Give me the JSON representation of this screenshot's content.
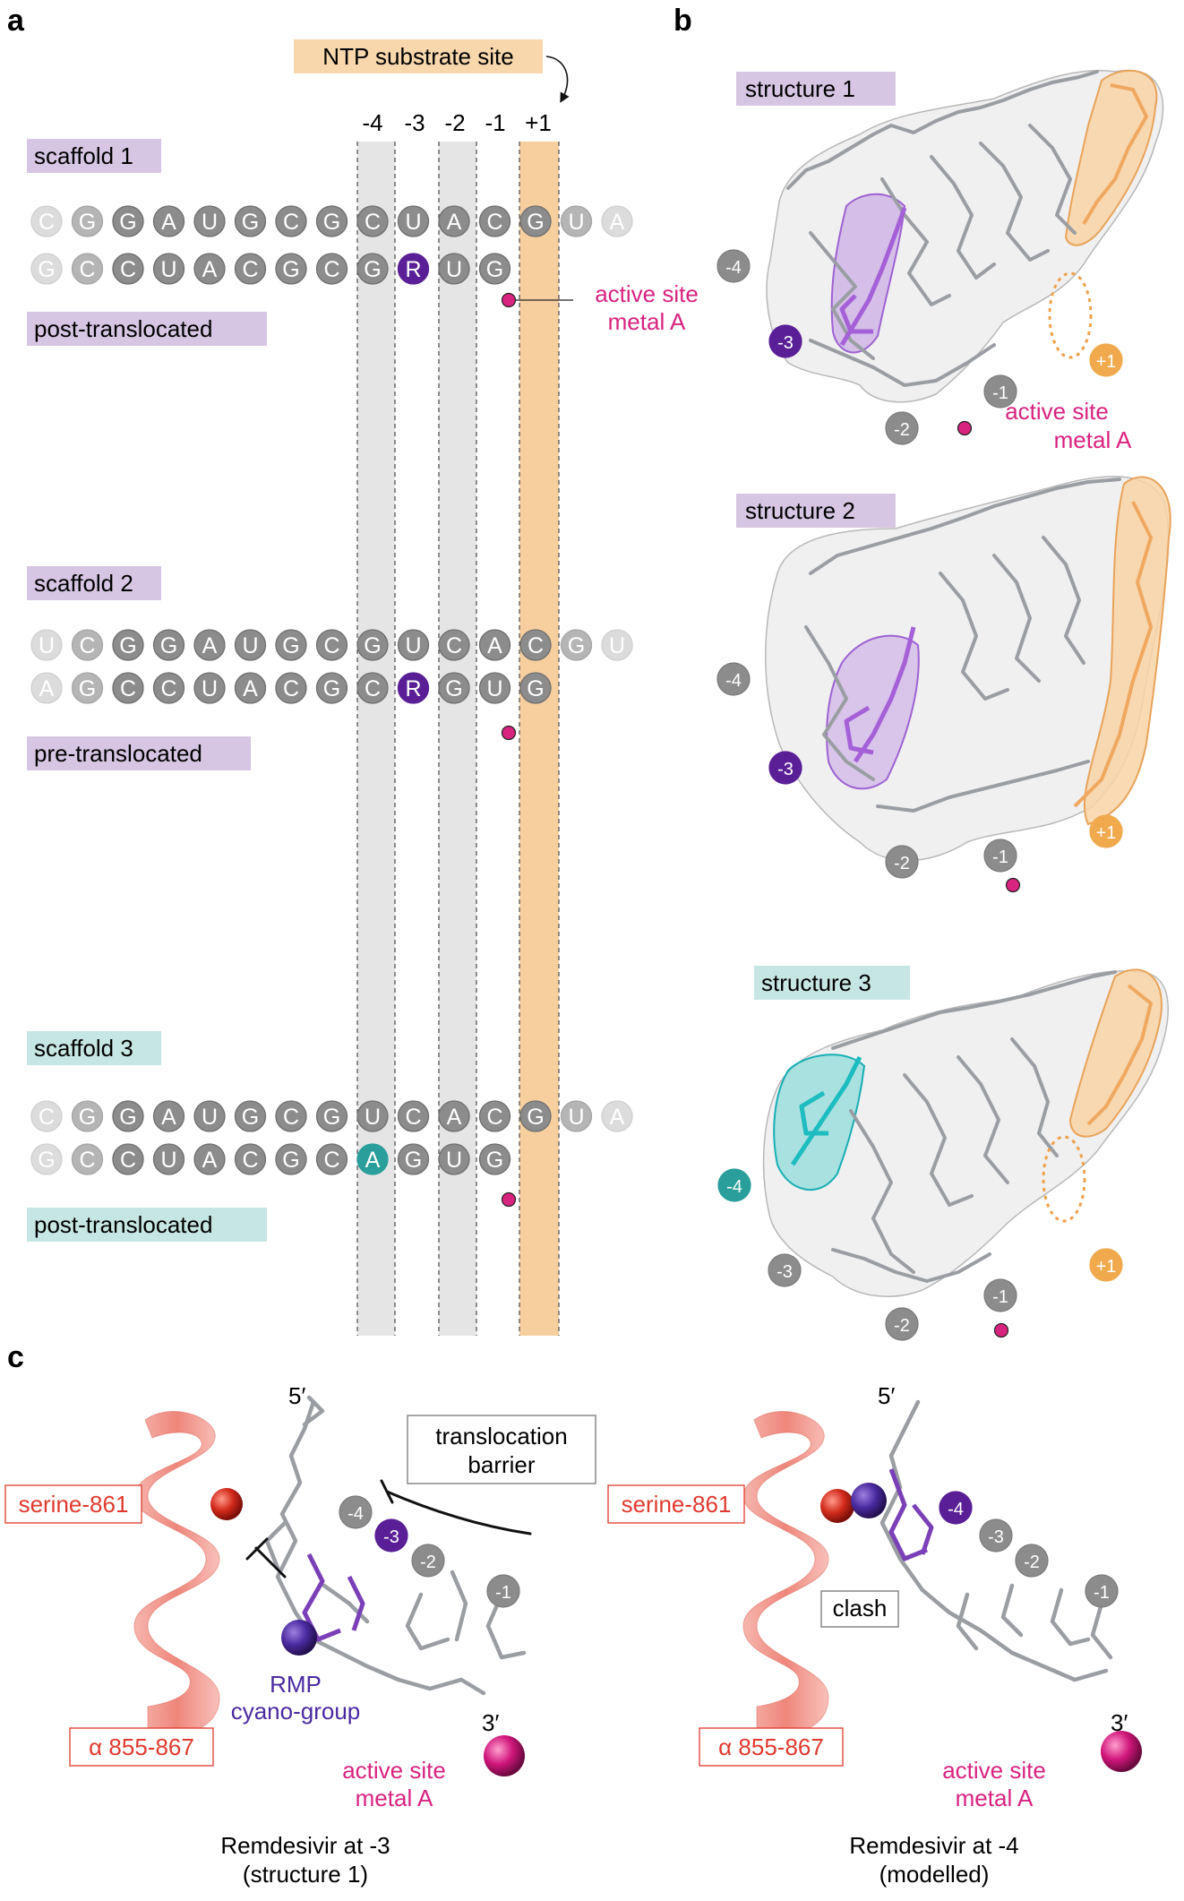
{
  "panels": {
    "a": "a",
    "b": "b",
    "c": "c"
  },
  "colors": {
    "purple_label": "#d6c6e3",
    "teal_label": "#c6e6e3",
    "orange_label": "#f9d7ad",
    "orange_band": "#f7cf9f",
    "gray_band": "#e5e5e5",
    "nt_dark": "#8c8c8c",
    "nt_mid": "#b5b5b5",
    "nt_light": "#dcdcdc",
    "remdesivir": "#5a1f96",
    "teal": "#2a9e9a",
    "magenta": "#d8237f",
    "serine_red": "#e03a2e",
    "helix": "#f08a80",
    "stick": "#9a9ea3"
  },
  "panel_a": {
    "ntp_label": "NTP substrate site",
    "positions": [
      "-4",
      "-3",
      "-2",
      "-1",
      "+1"
    ],
    "scaffolds": [
      {
        "label": "scaffold 1",
        "state": "post-translocated",
        "color": "purple",
        "top": [
          "C",
          "G",
          "G",
          "A",
          "U",
          "G",
          "C",
          "G",
          "C",
          "U",
          "A",
          "C",
          "G",
          "U",
          "A"
        ],
        "bottom": [
          "G",
          "C",
          "C",
          "U",
          "A",
          "C",
          "G",
          "C",
          "G",
          "R",
          "U",
          "G"
        ]
      },
      {
        "label": "scaffold 2",
        "state": "pre-translocated",
        "color": "purple",
        "top": [
          "U",
          "C",
          "G",
          "G",
          "A",
          "U",
          "G",
          "C",
          "G",
          "U",
          "C",
          "A",
          "C",
          "G",
          "U"
        ],
        "bottom": [
          "A",
          "G",
          "C",
          "C",
          "U",
          "A",
          "C",
          "G",
          "C",
          "R",
          "G",
          "U",
          "G"
        ]
      },
      {
        "label": "scaffold 3",
        "state": "post-translocated",
        "color": "teal",
        "top": [
          "C",
          "G",
          "G",
          "A",
          "U",
          "G",
          "C",
          "G",
          "U",
          "C",
          "A",
          "C",
          "G",
          "U",
          "A"
        ],
        "bottom": [
          "G",
          "C",
          "C",
          "U",
          "A",
          "C",
          "G",
          "C",
          "A",
          "G",
          "U",
          "G"
        ]
      }
    ],
    "metal_label_line1": "active site",
    "metal_label_line2": "metal A"
  },
  "panel_b": {
    "structures": [
      {
        "label": "structure 1",
        "color": "purple",
        "positions": [
          "-4",
          "-3",
          "-2",
          "-1",
          "+1"
        ]
      },
      {
        "label": "structure 2",
        "color": "purple",
        "positions": [
          "-4",
          "-3",
          "-2",
          "-1",
          "+1"
        ]
      },
      {
        "label": "structure 3",
        "color": "teal",
        "positions": [
          "-4",
          "-3",
          "-2",
          "-1",
          "+1"
        ]
      }
    ],
    "metal_label_line1": "active site",
    "metal_label_line2": "metal A"
  },
  "panel_c": {
    "left": {
      "serine": "serine-861",
      "helix": "α 855-867",
      "five_prime": "5′",
      "three_prime": "3′",
      "barrier_line1": "translocation",
      "barrier_line2": "barrier",
      "rmp_line1": "RMP",
      "rmp_line2": "cyano-group",
      "metal_line1": "active site",
      "metal_line2": "metal A",
      "caption_line1": "Remdesivir at -3",
      "caption_line2": "(structure 1)",
      "positions": [
        "-4",
        "-3",
        "-2",
        "-1"
      ]
    },
    "right": {
      "serine": "serine-861",
      "helix": "α 855-867",
      "five_prime": "5′",
      "three_prime": "3′",
      "clash": "clash",
      "metal_line1": "active site",
      "metal_line2": "metal A",
      "caption_line1": "Remdesivir at -4",
      "caption_line2": "(modelled)",
      "positions": [
        "-4",
        "-3",
        "-2",
        "-1"
      ]
    }
  }
}
